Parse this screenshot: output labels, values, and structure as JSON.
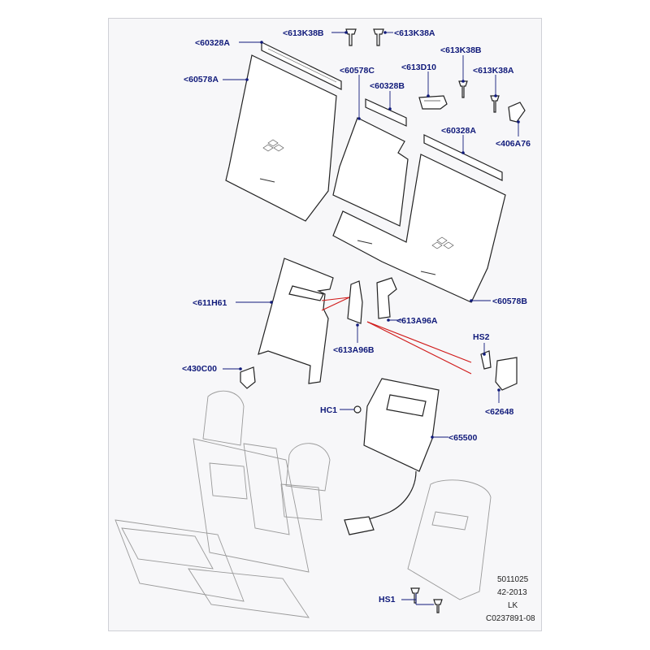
{
  "labels": {
    "l1": "<613K38B",
    "l2": "<613K38A",
    "l3": "<60328A",
    "l4": "<60578A",
    "l5": "<60578C",
    "l6": "<613D10",
    "l7": "<613K38B",
    "l8": "<613K38A",
    "l9": "<60328B",
    "l10": "<60328A",
    "l11": "<406A76",
    "l12": "<611H61",
    "l13": "<60578B",
    "l14": "<613A96A",
    "l15": "<613A96B",
    "l16": "HS2",
    "l17": "<430C00",
    "l18": "HC1",
    "l19": "<62648",
    "l20": "<65500",
    "l21": "HS1"
  },
  "footer": {
    "line1": "5011025",
    "line2": "42-2013",
    "line3": "LK",
    "line4": "C0237891-08"
  },
  "colors": {
    "label": "#101a7a",
    "callout_red": "#d01818",
    "background": "#f7f7f9"
  }
}
